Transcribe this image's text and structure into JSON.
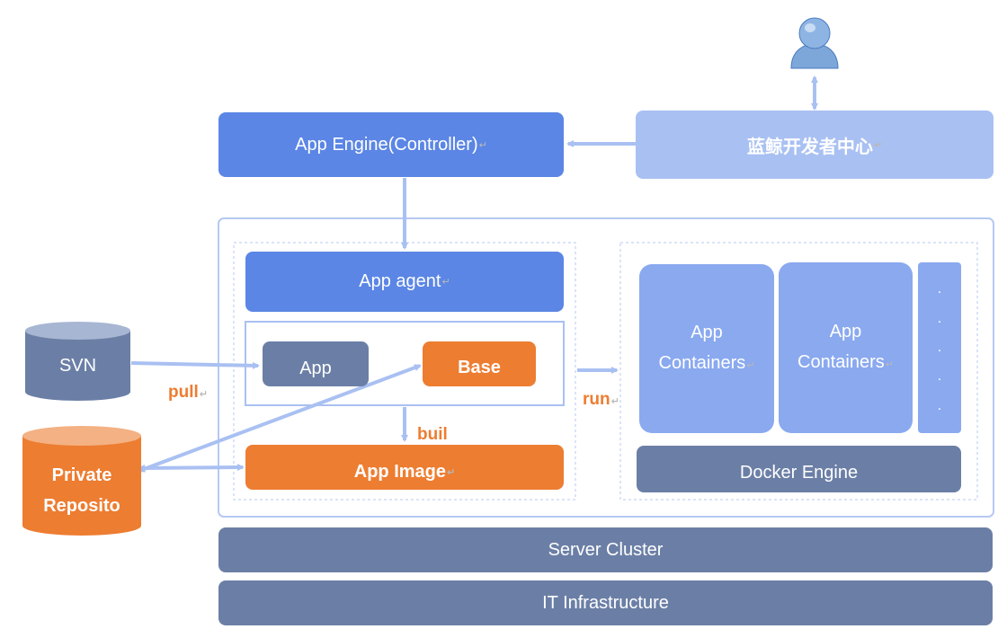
{
  "user_icon": "user-person-icon",
  "dev_center": {
    "label": "蓝鲸开发者中心"
  },
  "app_engine": {
    "label": "App Engine(Controller)"
  },
  "app_agent": {
    "label": "App agent"
  },
  "app": {
    "label": "App"
  },
  "base": {
    "label": "Base"
  },
  "app_image": {
    "label": "App Image"
  },
  "svn": {
    "label": "SVN"
  },
  "private_repo": {
    "line1": "Private",
    "line2": "Reposito"
  },
  "edge_labels": {
    "pull": "pull",
    "build": "buil",
    "run": "run"
  },
  "containers": [
    {
      "line1": "App",
      "line2": "Containers"
    },
    {
      "line1": "App",
      "line2": "Containers"
    }
  ],
  "ellipsis_dots": [
    ".",
    ".",
    ".",
    ".",
    "."
  ],
  "docker_engine": {
    "label": "Docker Engine"
  },
  "server_cluster": {
    "label": "Server Cluster"
  },
  "it_infrastructure": {
    "label": "IT Infrastructure"
  },
  "colors": {
    "blue": "#5b86e5",
    "light_blue": "#a9c0f2",
    "container_blue": "#8aa9ef",
    "slate": "#6b7fa6",
    "orange": "#ed7d31",
    "arrow": "#a9c0f2"
  }
}
